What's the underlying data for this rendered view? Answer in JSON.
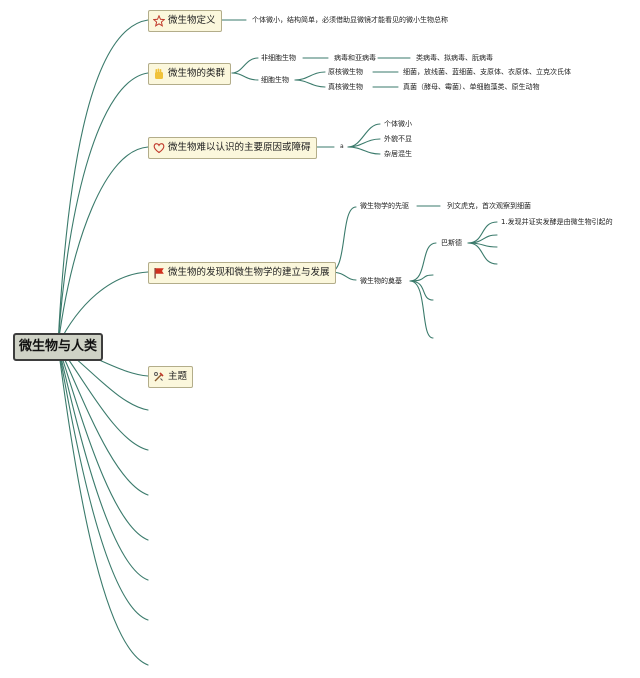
{
  "root": {
    "label": "微生物与人类"
  },
  "topics": [
    {
      "label": "微生物定义",
      "icon": "star-icon"
    },
    {
      "label": "微生物的类群",
      "icon": "hand-icon"
    },
    {
      "label": "微生物难以认识的主要原因或障碍",
      "icon": "heart-icon"
    },
    {
      "label": "微生物的发现和微生物学的建立与发展",
      "icon": "flag-icon"
    },
    {
      "label": "主题",
      "icon": "tools-icon"
    }
  ],
  "definition": {
    "text": "个体微小，结构简单，必须借助显微镜才能看见的微小生物总称"
  },
  "groups": {
    "noncellular": {
      "label": "非细胞生物",
      "child": "病毒和亚病毒",
      "detail": "类病毒、拟病毒、朊病毒"
    },
    "cellular": {
      "label": "细胞生物",
      "prokaryote": {
        "label": "原核微生物",
        "detail": "细菌，放线菌、蓝细菌、支原体、衣原体、立克次氏体"
      },
      "eukaryote": {
        "label": "真核微生物",
        "detail": "真菌（酵母、霉菌）、单细胞藻类、原生动物"
      }
    }
  },
  "obstacles": {
    "connector": "a",
    "items": [
      "个体微小",
      "外貌不显",
      "杂居混生"
    ]
  },
  "discovery": {
    "pioneer": {
      "label": "微生物学的先驱",
      "detail": "列文虎克，首次观察到细菌"
    },
    "founder": {
      "label": "微生物的奠基",
      "pasteur": {
        "label": "巴斯德",
        "item1": "1.发现并证实发酵是由微生物引起的"
      }
    }
  },
  "colors": {
    "branch": "#3a7a6b",
    "accent": "#c08a1a",
    "topic_fill": "#fbf7dc",
    "root_fill": "#cfd2c6"
  }
}
